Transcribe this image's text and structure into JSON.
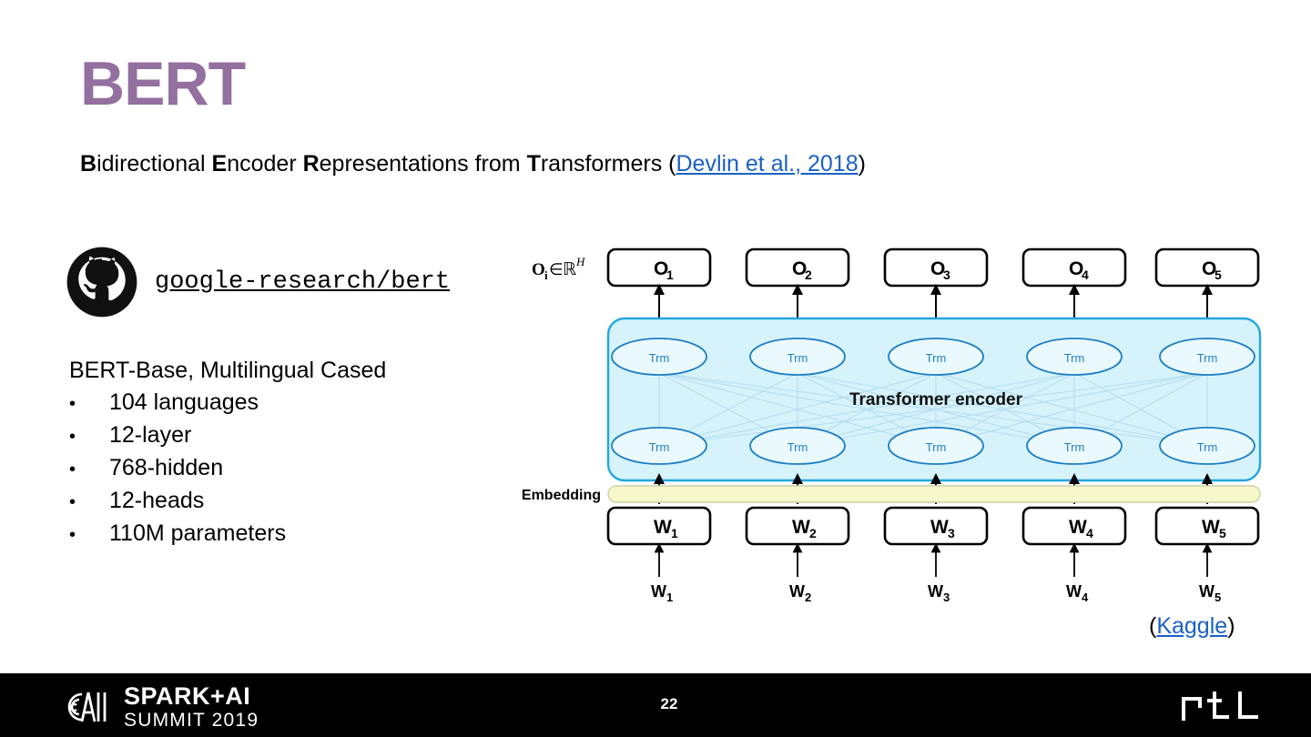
{
  "slide": {
    "title": "BERT",
    "title_color": "#9370a0",
    "page_number": "22"
  },
  "subtitle": {
    "parts": [
      {
        "text": "B",
        "bold": true
      },
      {
        "text": "idirectional ",
        "bold": false
      },
      {
        "text": "E",
        "bold": true
      },
      {
        "text": "ncoder ",
        "bold": false
      },
      {
        "text": "R",
        "bold": true
      },
      {
        "text": "epresentations from ",
        "bold": false
      },
      {
        "text": "T",
        "bold": true
      },
      {
        "text": "ransformers (",
        "bold": false
      }
    ],
    "link_text": "Devlin et al., 2018",
    "closing": ")",
    "link_color": "#1a61c7"
  },
  "github": {
    "icon": "github-octocat-icon",
    "repo": "google-research/bert"
  },
  "specs": {
    "heading": "BERT-Base, Multilingual Cased",
    "bullet_glyph": "•",
    "items": [
      "104 languages",
      "12-layer",
      "768-hidden",
      "12-heads",
      "110M parameters"
    ]
  },
  "diagram": {
    "output_label_prefix": "O",
    "output_label_sub": "i",
    "output_label_suffix": "∈ ℝ",
    "output_label_sup": "H",
    "outputs": [
      "O₁",
      "O₂",
      "O₃",
      "O₄",
      "O₅"
    ],
    "output_bases": [
      "O",
      "O",
      "O",
      "O",
      "O"
    ],
    "output_subs": [
      "1",
      "2",
      "3",
      "4",
      "5"
    ],
    "encoder_label": "Transformer encoder",
    "trm_label": "Trm",
    "trm_rows": 2,
    "trm_per_row": 5,
    "embedding_label": "Embedding",
    "word_boxes": [
      "W₁",
      "W₂",
      "W₃",
      "W₄",
      "W₅"
    ],
    "word_bases": [
      "W",
      "W",
      "W",
      "W",
      "W"
    ],
    "word_subs": [
      "1",
      "2",
      "3",
      "4",
      "5"
    ],
    "input_tokens": [
      "W₁",
      "W₂",
      "W₃",
      "W₄",
      "W₅"
    ],
    "colors": {
      "encoder_fill": "#d6f3fb",
      "encoder_stroke": "#23a7e0",
      "trm_stroke": "#1f7fc4",
      "trm_text": "#1f7fc4",
      "mesh_line": "#b8dcef",
      "embedding_fill": "#f7f7cc",
      "embedding_stroke": "#cfcfa8",
      "box_stroke": "#000000"
    }
  },
  "credit": {
    "open_paren": "(",
    "link_text": "Kaggle",
    "close_paren": ")"
  },
  "footer": {
    "background": "#000000",
    "brand_line1": "SPARK+AI",
    "brand_line2": "SUMMIT 2019",
    "brand_mark": "spark-ai-spiral-logo-icon",
    "right_logo": "rtl",
    "right_logo_icon": "rtl-logo-icon"
  }
}
